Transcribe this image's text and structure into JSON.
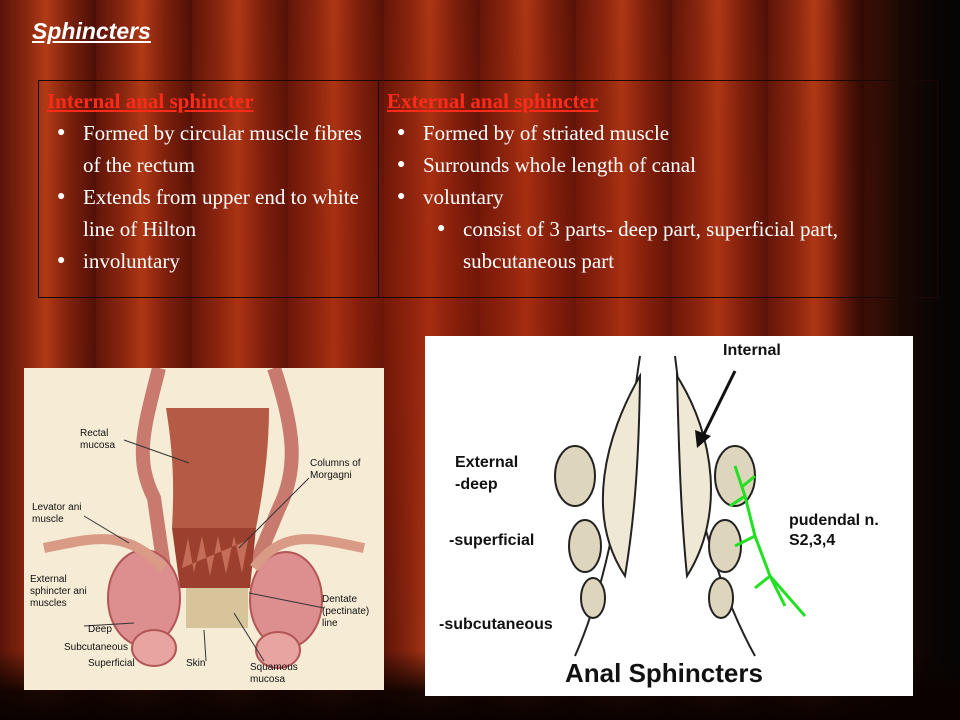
{
  "title": "Sphincters",
  "table": {
    "internal": {
      "heading": "Internal anal sphincter",
      "items": [
        "Formed by circular muscle fibres of the rectum",
        "Extends from upper end to white line of Hilton",
        "involuntary"
      ]
    },
    "external": {
      "heading": "External anal sphincter",
      "items": [
        "Formed by of striated muscle",
        "Surrounds whole length of canal",
        "voluntary"
      ],
      "subitem": "consist of 3 parts- deep part,  superficial part,  subcutaneous part"
    }
  },
  "left_image": {
    "labels": {
      "rectal_mucosa": "Rectal mucosa",
      "columns": "Columns of Morgagni",
      "levator": "Levator ani muscle",
      "external": "External sphincter ani muscles",
      "deep": "Deep",
      "subcutaneous": "Subcutaneous",
      "superficial": "Superficial",
      "skin": "Skin",
      "squamous": "Squamous mucosa",
      "dentate": "Dentate (pectinate) line"
    }
  },
  "right_image": {
    "labels": {
      "internal": "Internal",
      "external": "External",
      "deep": "-deep",
      "superficial": "-superficial",
      "subcutaneous": "-subcutaneous",
      "pudendal": "pudendal n.",
      "segments": "S2,3,4",
      "caption": "Anal Sphincters"
    }
  },
  "colors": {
    "heading_red": "#ff2a1a",
    "nerve_green": "#22e022"
  }
}
